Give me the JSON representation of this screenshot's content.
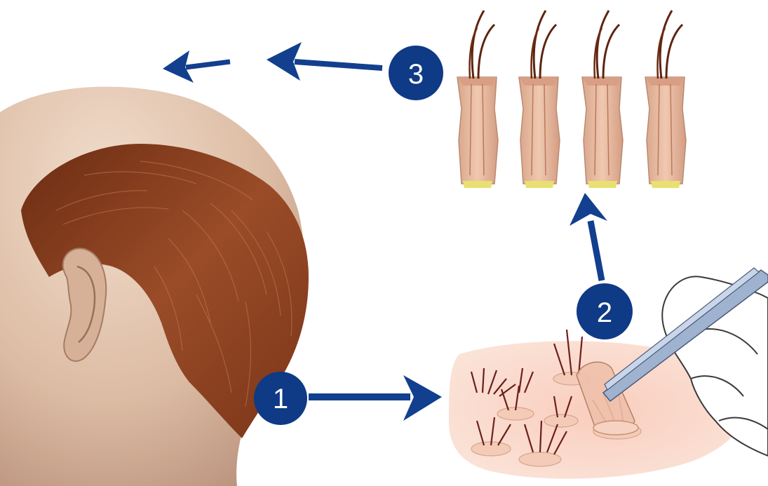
{
  "steps": [
    {
      "number": "1"
    },
    {
      "number": "2"
    },
    {
      "number": "3"
    }
  ],
  "colors": {
    "badge": "#0e3a86",
    "badge_text": "#ffffff",
    "arrow": "#123f8e",
    "skin": "#e2c4ad",
    "skin_shadow": "#c99e83",
    "hair": "#8a3f1f",
    "hair_dark": "#5e2410",
    "follicle": "#e6b9a0",
    "follicle_bulb": "#e8e070",
    "scalp_patch": "#f7c9b8",
    "glove": "#ffffff",
    "glove_outline": "#3a3a3a",
    "tool": "#8fa3c2"
  },
  "icons": {
    "step_arrow": "arrow-icon",
    "tweezers": "tweezers-icon",
    "glove": "glove-icon"
  }
}
